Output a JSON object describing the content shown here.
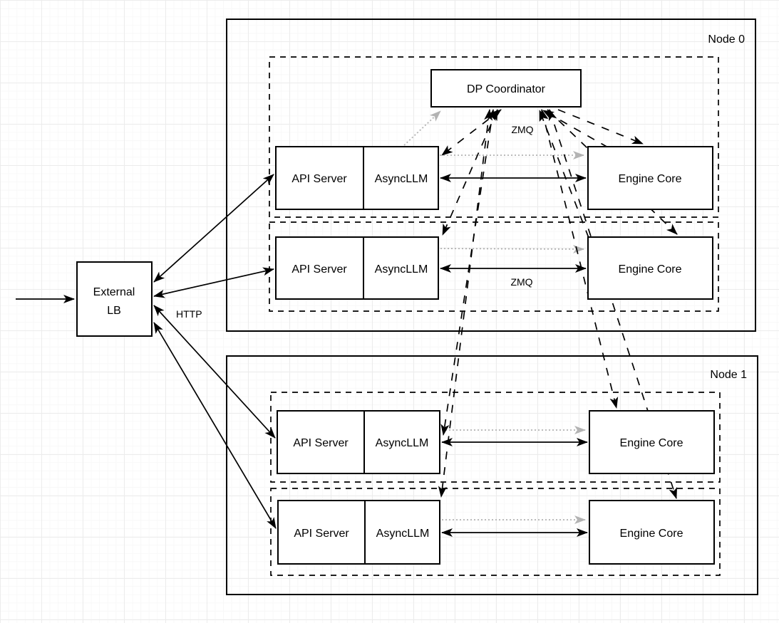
{
  "diagram": {
    "external_lb": {
      "line1": "External",
      "line2": "LB"
    },
    "dp_coordinator_label": "DP Coordinator",
    "node0_label": "Node 0",
    "node1_label": "Node 1",
    "labels": {
      "http": "HTTP",
      "zmq_coordinator": "ZMQ",
      "zmq_engine": "ZMQ"
    },
    "rows": [
      {
        "node": "Node 0",
        "api": "API Server",
        "async": "AsyncLLM",
        "engine": "Engine Core"
      },
      {
        "node": "Node 0",
        "api": "API Server",
        "async": "AsyncLLM",
        "engine": "Engine Core"
      },
      {
        "node": "Node 1",
        "api": "API Server",
        "async": "AsyncLLM",
        "engine": "Engine Core"
      },
      {
        "node": "Node 1",
        "api": "API Server",
        "async": "AsyncLLM",
        "engine": "Engine Core"
      }
    ],
    "colors": {
      "line": "#000000",
      "gray_arrow": "#b3b3b3",
      "box_fill": "#ffffff",
      "grid_minor": "#f8f8f8",
      "grid_major": "#ececec"
    }
  }
}
